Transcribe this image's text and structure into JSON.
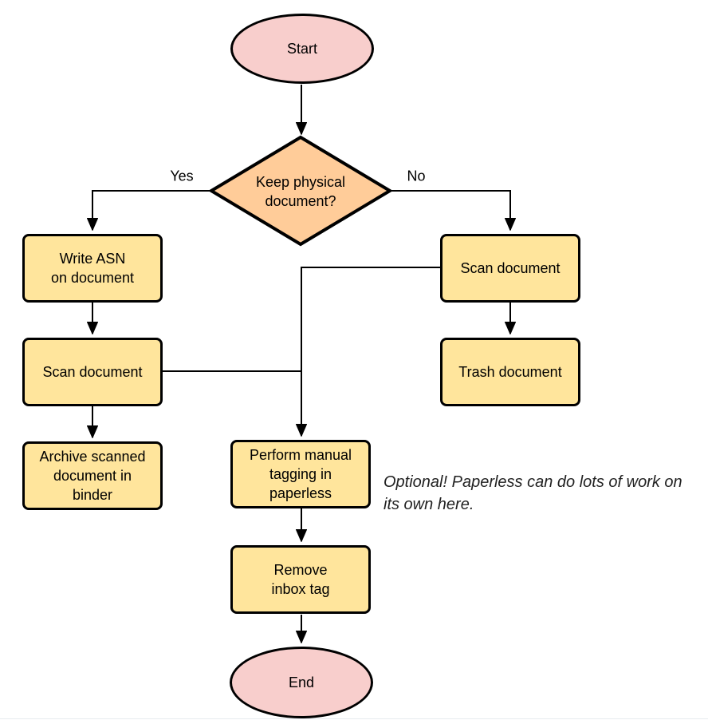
{
  "flowchart": {
    "nodes": {
      "start": {
        "type": "terminator",
        "label": "Start",
        "fill": "#f8cecc"
      },
      "decision": {
        "type": "decision",
        "label": "Keep physical\ndocument?",
        "fill": "#ffcc99"
      },
      "write_asn": {
        "type": "process",
        "label": "Write ASN\non document",
        "fill": "#ffe59c"
      },
      "scan_left": {
        "type": "process",
        "label": "Scan document",
        "fill": "#ffe59c"
      },
      "archive": {
        "type": "process",
        "label": "Archive scanned\ndocument in\nbinder",
        "fill": "#ffe59c"
      },
      "scan_right": {
        "type": "process",
        "label": "Scan document",
        "fill": "#ffe59c"
      },
      "trash": {
        "type": "process",
        "label": "Trash document",
        "fill": "#ffe59c"
      },
      "tagging": {
        "type": "process",
        "label": "Perform manual\ntagging in\npaperless",
        "fill": "#ffe59c"
      },
      "remove_tag": {
        "type": "process",
        "label": "Remove\ninbox tag",
        "fill": "#ffe59c"
      },
      "end": {
        "type": "terminator",
        "label": "End",
        "fill": "#f8cecc"
      }
    },
    "edges": [
      {
        "from": "start",
        "to": "decision",
        "label": ""
      },
      {
        "from": "decision",
        "to": "write_asn",
        "label": "Yes"
      },
      {
        "from": "decision",
        "to": "scan_right",
        "label": "No"
      },
      {
        "from": "write_asn",
        "to": "scan_left",
        "label": ""
      },
      {
        "from": "scan_left",
        "to": "archive",
        "label": ""
      },
      {
        "from": "scan_right",
        "to": "trash",
        "label": ""
      },
      {
        "from": "scan_right",
        "to": "tagging",
        "label": ""
      },
      {
        "from": "scan_left",
        "to": "tagging",
        "label": ""
      },
      {
        "from": "tagging",
        "to": "remove_tag",
        "label": ""
      },
      {
        "from": "remove_tag",
        "to": "end",
        "label": ""
      }
    ],
    "annotation": "Optional! Paperless can do lots of work on\nits own here.",
    "colors": {
      "terminator_fill": "#f8cecc",
      "decision_fill": "#ffcc99",
      "process_fill": "#ffe59c",
      "shape_stroke": "#000000",
      "edge_stroke": "#000000",
      "annotation_text": "#222222"
    }
  }
}
